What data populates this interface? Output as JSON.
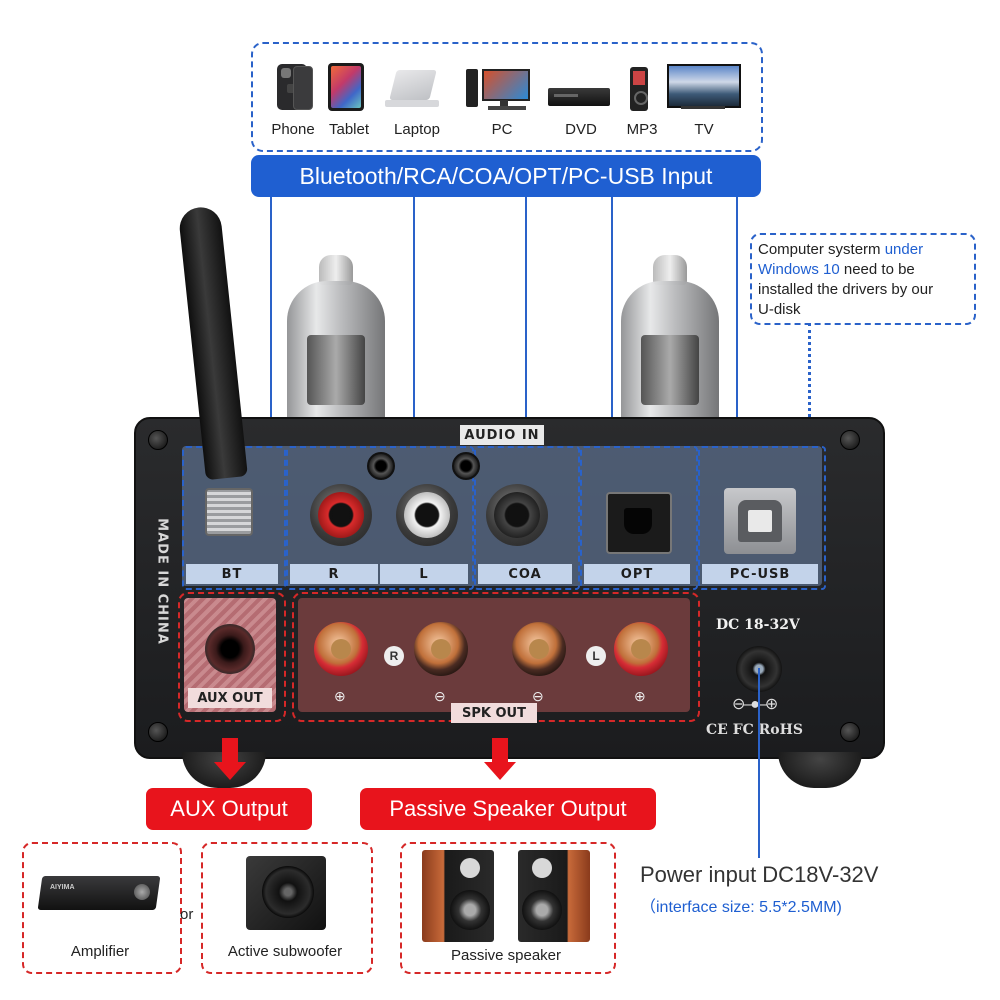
{
  "devices": [
    {
      "label": "Phone"
    },
    {
      "label": "Tablet"
    },
    {
      "label": "Laptop"
    },
    {
      "label": "PC"
    },
    {
      "label": "DVD"
    },
    {
      "label": "MP3"
    },
    {
      "label": "TV"
    }
  ],
  "input_banner": "Bluetooth/RCA/COA/OPT/PC-USB Input",
  "usb_note": {
    "pre": "Computer systerm ",
    "highlight1": "under",
    "highlight2": "Windows 10",
    "post1": " need to be",
    "line3": "installed the drivers by our",
    "line4": "U-disk"
  },
  "panel": {
    "audio_in": "AUDIO IN",
    "made_in": "MADE IN CHINA",
    "bt": "BT",
    "r": "R",
    "l": "L",
    "coa": "COA",
    "opt": "OPT",
    "pcusb": "PC-USB",
    "dc": "DC 18-32V",
    "aux_out": "AUX OUT",
    "spk_out": "SPK OUT",
    "spk_r": "R",
    "spk_l": "L",
    "certs": "CE FC RoHS"
  },
  "aux_banner": "AUX Output",
  "speaker_banner": "Passive Speaker Output",
  "power": {
    "title": "Power input DC18V-32V",
    "sub": "（interface size: 5.5*2.5MM)"
  },
  "outputs": {
    "amplifier": "Amplifier",
    "or": "or",
    "subwoofer": "Active subwoofer",
    "speaker": "Passive speaker",
    "amp_brand": "AIYIMA"
  },
  "colors": {
    "accent_blue": "#1f5fd1",
    "accent_red": "#e8141c",
    "chassis": "#1f2022"
  }
}
